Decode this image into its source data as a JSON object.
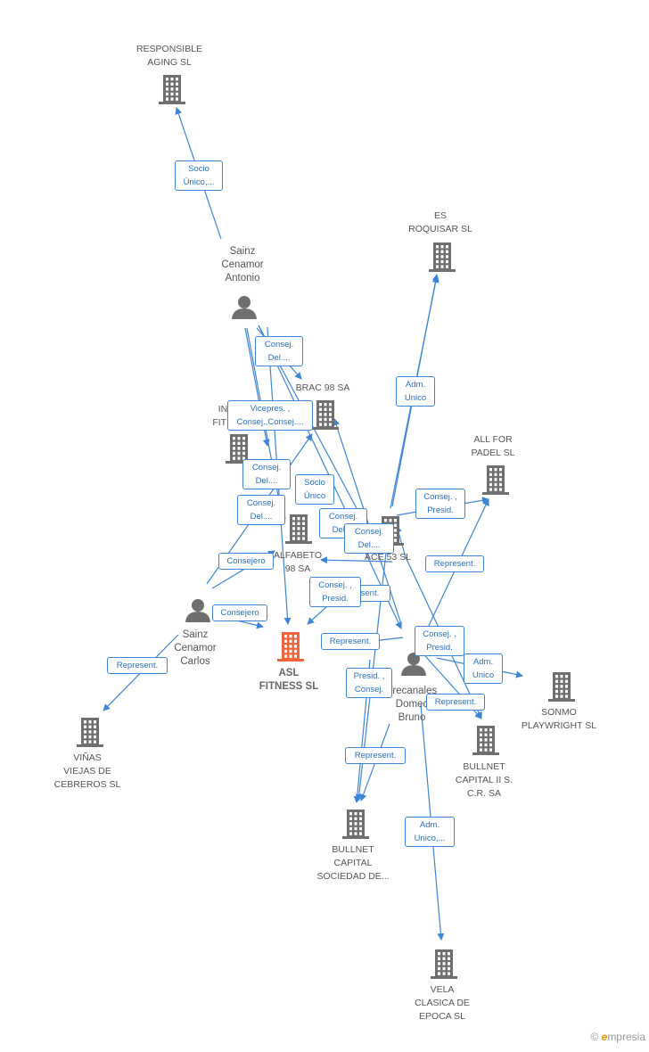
{
  "nodes": {
    "responsible": {
      "type": "company",
      "label_lines": [
        "RESPONSIBLE",
        "AGING SL"
      ]
    },
    "sainz_antonio": {
      "type": "person",
      "label_lines": [
        "Sainz",
        "Cenamor",
        "Antonio"
      ]
    },
    "es_roquisar": {
      "type": "company",
      "label_lines": [
        "ES",
        "ROQUISAR SL"
      ]
    },
    "brac98": {
      "type": "company",
      "label_lines": [
        "BRAC 98 SA"
      ]
    },
    "fitn": {
      "type": "company",
      "label_lines": [
        "IN",
        "FITN"
      ]
    },
    "all_for_padel": {
      "type": "company",
      "label_lines": [
        "ALL FOR",
        "PADEL  SL"
      ]
    },
    "alfabeto": {
      "type": "company",
      "label_lines": [
        "ALFABETO",
        "98 SA"
      ]
    },
    "ace53": {
      "type": "company",
      "label_lines": [
        "ACE 53 SL"
      ]
    },
    "sainz_carlos": {
      "type": "person",
      "label_lines": [
        "Sainz",
        "Cenamor",
        "Carlos"
      ]
    },
    "asl_fitness": {
      "type": "company",
      "main": true,
      "label_lines": [
        "ASL",
        "FITNESS SL"
      ]
    },
    "trecanales": {
      "type": "person",
      "label_lines": [
        "Trecanales",
        "Domec",
        "Bruno"
      ]
    },
    "sonmo": {
      "type": "company",
      "label_lines": [
        "SONMO",
        "PLAYWRIGHT SL"
      ]
    },
    "vinas": {
      "type": "company",
      "label_lines": [
        "VIÑAS",
        "VIEJAS DE",
        "CEBREROS SL"
      ]
    },
    "bullnet2": {
      "type": "company",
      "label_lines": [
        "BULLNET",
        "CAPITAL II S.",
        "C.R. SA"
      ]
    },
    "bullnet_capital": {
      "type": "company",
      "label_lines": [
        "BULLNET",
        "CAPITAL",
        "SOCIEDAD DE..."
      ]
    },
    "vela": {
      "type": "company",
      "label_lines": [
        "VELA",
        "CLASICA DE",
        "EPOCA SL"
      ]
    }
  },
  "edge_labels": [
    {
      "id": "socio-unico-responsible",
      "lines": [
        "Socio",
        "Único,..."
      ]
    },
    {
      "id": "adm-unico-roquisar",
      "lines": [
        "Adm.",
        "Unico"
      ]
    },
    {
      "id": "consej-del-brac",
      "lines": [
        "Consej.",
        "Del...."
      ]
    },
    {
      "id": "vicepres-consej",
      "lines": [
        "Vicepres. ,",
        "Consej.,Consej...."
      ]
    },
    {
      "id": "consej-del-fitn",
      "lines": [
        "Consej.",
        "Del...."
      ]
    },
    {
      "id": "socio-unico-alfabeto",
      "lines": [
        "Socio",
        "Único"
      ]
    },
    {
      "id": "consej-del-alfabeto",
      "lines": [
        "Consej.",
        "Del...."
      ]
    },
    {
      "id": "consej-presid-padel",
      "lines": [
        "Consej. ,",
        "Presid."
      ]
    },
    {
      "id": "consej-del-ace-a",
      "lines": [
        "Consej.",
        "Del...."
      ]
    },
    {
      "id": "consej-del-ace-b",
      "lines": [
        "Consej.",
        "Del...."
      ]
    },
    {
      "id": "consejero-carlos-alfabeto",
      "lines": [
        "Consejero"
      ]
    },
    {
      "id": "represent-padel",
      "lines": [
        "Represent."
      ]
    },
    {
      "id": "represent-ace-hidden",
      "lines": [
        "Represent."
      ]
    },
    {
      "id": "consej-presid-asl",
      "lines": [
        "Consej. ,",
        "Presid."
      ]
    },
    {
      "id": "consejero-carlos-asl",
      "lines": [
        "Consejero"
      ]
    },
    {
      "id": "represent-trecanales-asl",
      "lines": [
        "Represent."
      ]
    },
    {
      "id": "consej-presid-ace",
      "lines": [
        "Consej. ,",
        "Presid."
      ]
    },
    {
      "id": "adm-unico-sonmo",
      "lines": [
        "Adm.",
        "Unico"
      ]
    },
    {
      "id": "represent-vinas",
      "lines": [
        "Represent."
      ]
    },
    {
      "id": "presid-consej-bullnet",
      "lines": [
        "Presid. ,",
        "Consej."
      ]
    },
    {
      "id": "represent-bullnet2",
      "lines": [
        "Represent."
      ]
    },
    {
      "id": "represent-bullnet-capital",
      "lines": [
        "Represent."
      ]
    },
    {
      "id": "adm-unico-vela",
      "lines": [
        "Adm.",
        "Unico,..."
      ]
    }
  ],
  "colors": {
    "edge": "#3d85d8",
    "company_icon": "#6f6f6f",
    "main_icon": "#f0643c",
    "person_icon": "#6f6f6f"
  },
  "brand": {
    "copyright": "©",
    "name": "mpresia",
    "initial": "e"
  }
}
